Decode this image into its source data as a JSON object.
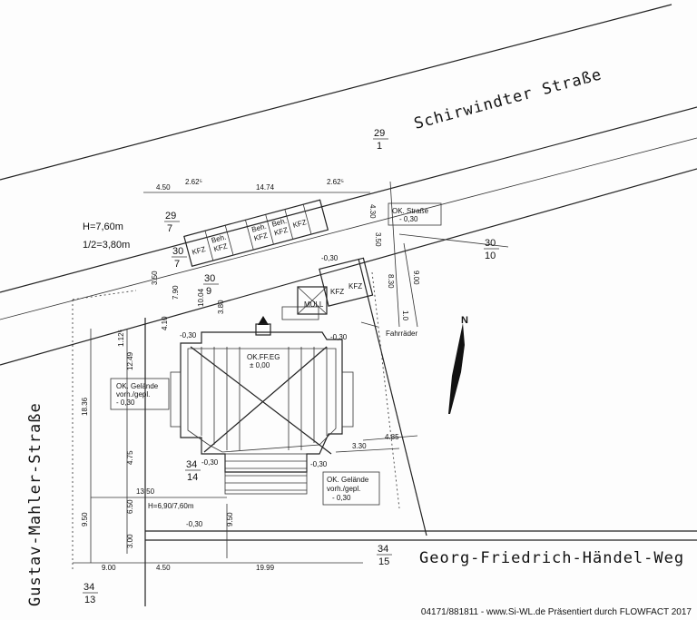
{
  "streets": {
    "north": "Schirwindter Straße",
    "west": "Gustav-Mahler-Straße",
    "south": "Georg-Friedrich-Händel-Weg"
  },
  "parcels": {
    "p29_1": {
      "num": "29",
      "den": "1"
    },
    "p29_7a": {
      "num": "29",
      "den": "7"
    },
    "p30_7": {
      "num": "30",
      "den": "7"
    },
    "p30_9": {
      "num": "30",
      "den": "9"
    },
    "p30_10": {
      "num": "30",
      "den": "10"
    },
    "p34_14": {
      "num": "34",
      "den": "14"
    },
    "p34_15": {
      "num": "34",
      "den": "15"
    },
    "p34_13": {
      "num": "34",
      "den": "13"
    }
  },
  "height_note": {
    "line1": "H=7,60m",
    "line2": "1/2=3,80m"
  },
  "height_note_2": "H=6,90/7,60m",
  "garage_labels": [
    "KFZ",
    "Beh.",
    "KFZ",
    "Beh.",
    "KFZ",
    "Beh.",
    "KFZ",
    "KFZ"
  ],
  "boxes": {
    "ok_strasse": {
      "line1": "OK. Straße",
      "line2": "- 0,30"
    },
    "ok_gelaende_left": {
      "line1": "OK. Gelände",
      "line2": "vorh./gepl.",
      "line3": "- 0,30"
    },
    "ok_gelaende_right": {
      "line1": "OK. Gelände",
      "line2": "vorh./gepl.",
      "line3": "- 0,30"
    }
  },
  "labels": {
    "muell": "MÜLL",
    "kfz_side": "KFZ",
    "kfz_side2": "KFZ",
    "fahrraeder": "Fahrräder",
    "ok_ff": "OK.FF.EG",
    "ok_ff_val": "± 0,00",
    "north_arrow": "N",
    "neg1": "-0,30",
    "neg2": "-0,30",
    "neg3": "-0,30",
    "neg4": "-0,30",
    "neg5": "-0,30",
    "neg6": "-0,30"
  },
  "dimensions": {
    "d450": "4.50",
    "d262a": "2.62⁵",
    "d1474": "14.74",
    "d262b": "2.62⁵",
    "d430": "4.30",
    "d350a": "3.50",
    "d830": "8.30",
    "d900a": "9.00",
    "d100": "1.0",
    "d350b": "3.50",
    "d790": "7.90",
    "d380": "3.80",
    "d410": "4.10",
    "d112": "1.12⁵",
    "d1249": "12.49",
    "d1836": "18.36",
    "d475": "4.75",
    "d1350": "13.50",
    "d650": "6.50",
    "d950a": "9.50",
    "d300": "3.00",
    "d950b": "9.50",
    "d900b": "9.00",
    "d450b": "4.50",
    "d1999": "19.99",
    "d330": "3.30",
    "d485": "4.85",
    "d1004": "10.04"
  },
  "credit": "04171/881811 - www.Si-WL.de Präsentiert durch FLOWFACT 2017"
}
